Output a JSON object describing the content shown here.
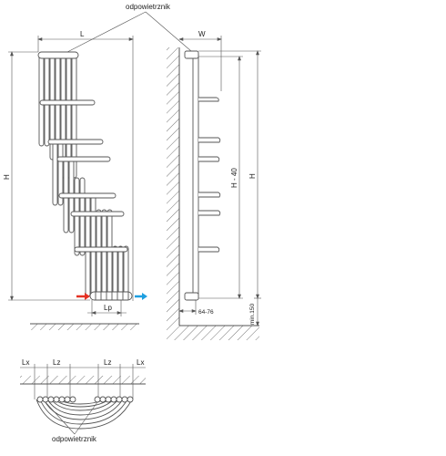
{
  "labels": {
    "vent_top": "odpowietrznik",
    "vent_bottom": "odpowietrznik",
    "width_L": "L",
    "width_W": "W",
    "height_H_front": "H",
    "height_H_side": "H",
    "height_H_minus": "H - 40",
    "pipe_spacing_Lp": "Lp",
    "wall_distance": "64-76",
    "floor_min": "min.150",
    "top_Lx_left": "Lx",
    "top_Lz_left": "Lz",
    "top_Lz_right": "Lz",
    "top_Lx_right": "Lx"
  },
  "colors": {
    "line": "#555555",
    "fill": "#ffffff",
    "inflow_arrow": "#e53224",
    "outflow_arrow": "#1e9fe0"
  },
  "icons": {
    "inflow": "arrow-right-red-icon",
    "outflow": "arrow-right-blue-icon"
  }
}
